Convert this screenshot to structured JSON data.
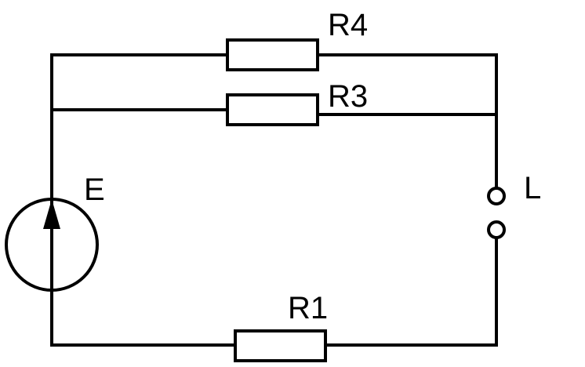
{
  "labels": {
    "r4": "R4",
    "r3": "R3",
    "r1": "R1",
    "e": "E",
    "l": "L"
  }
}
